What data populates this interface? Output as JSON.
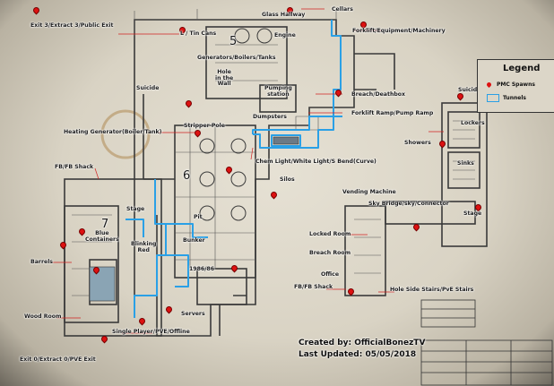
{
  "legend": {
    "title": "Legend",
    "pmc_spawns": "PMC Spawns",
    "tunnels": "Tunnels"
  },
  "credits": {
    "created_by": "Created by: OfficialBonezTV",
    "last_updated": "Last Updated: 05/05/2018"
  },
  "labels": {
    "exit_public": "Exit 3/Extract 3/Public Exit",
    "lin_cans": "L / Tin Cans",
    "glass_hallway": "Glass Hallway",
    "cellars": "Cellars",
    "forklift_equipment": "Forklift/Equipment/Machinery",
    "engine": "Engine",
    "generators_boilers": "Generators/Boilers/Tanks",
    "hole_in_wall": "Hole\nin the\nWall",
    "pumping_station": "Pumping\nstation",
    "breach_deathbox": "Breach/Deathbox",
    "suicide_left": "Suicide",
    "suicide_right": "Suicide",
    "dumpsters": "Dumpsters",
    "forklift_ramp": "Forklift Ramp/Pump Ramp",
    "heating_generator": "Heating Generator(Boiler/Tank)",
    "stripper_pole": "Stripper Pole",
    "chem_light": "Chem Light/White Light/S Bend(Curve)",
    "silos": "Silos",
    "lockers": "Lockers",
    "showers": "Showers",
    "sinks": "Sinks",
    "stage_right": "Stage",
    "fb_shack_top": "FB/FB Shack",
    "stage_left": "Stage",
    "pit": "Pit",
    "vending_machine": "Vending Machine",
    "sky_bridge": "Sky Bridge/sky/Connector",
    "blue_containers": "Blue\nContainers",
    "barrels": "Barrels",
    "blinking_red": "Blinking\nRed",
    "bunker": "Bunker",
    "locked_room": "Locked Room",
    "breach_room": "Breach Room",
    "office": "Office",
    "room_1986": "1986/86",
    "fb_shack_bottom": "FB/FB Shack",
    "side_stairs": "Hole Side Stairs/PvE Stairs",
    "servers": "Servers",
    "wood_room": "Wood Room",
    "single_player": "Single Player/PVE/Offline",
    "exit_pve": "Exit 0/Extract 0/PVE Exit",
    "num_5": "5",
    "num_6": "6",
    "num_7": "7"
  },
  "colors": {
    "tunnel": "#2aa0e6",
    "pin": "#dd1111",
    "leader": "#d22222",
    "wall": "#3a3a3a"
  }
}
